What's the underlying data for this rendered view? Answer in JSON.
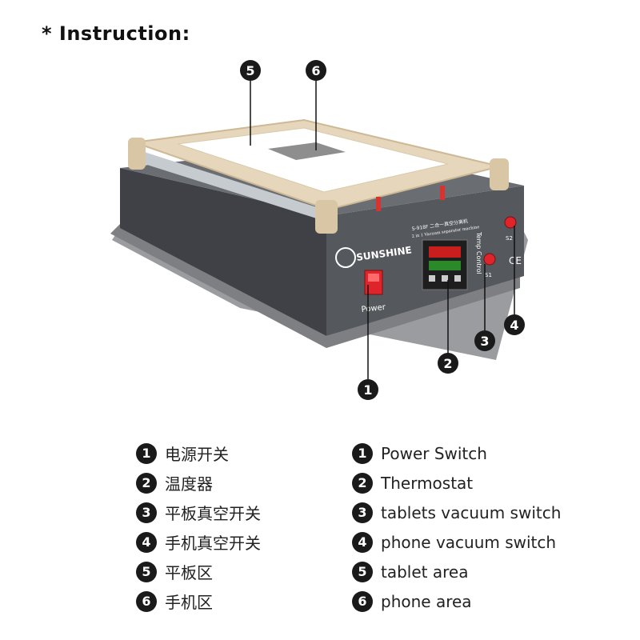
{
  "title": "* Instruction:",
  "machine": {
    "brand": "SUNSHINE",
    "model_cn": "S-918F 二合一真空分离机",
    "model_en": "2 in 1 Vacuum separator machine",
    "power_label": "Power",
    "temp_label": "Temp Control",
    "s1_label": "S1",
    "s2_label": "S2",
    "ce_mark": "CE"
  },
  "callouts": [
    "1",
    "2",
    "3",
    "4",
    "5",
    "6"
  ],
  "legend_cn": [
    {
      "num": "1",
      "text": "电源开关"
    },
    {
      "num": "2",
      "text": "温度器"
    },
    {
      "num": "3",
      "text": "平板真空开关"
    },
    {
      "num": "4",
      "text": "手机真空开关"
    },
    {
      "num": "5",
      "text": "平板区"
    },
    {
      "num": "6",
      "text": "手机区"
    }
  ],
  "legend_en": [
    {
      "num": "1",
      "text": "Power Switch"
    },
    {
      "num": "2",
      "text": "Thermostat"
    },
    {
      "num": "3",
      "text": "tablets vacuum switch"
    },
    {
      "num": "4",
      "text": "phone vacuum switch"
    },
    {
      "num": "5",
      "text": "tablet area"
    },
    {
      "num": "6",
      "text": "phone area"
    }
  ],
  "colors": {
    "body": "#55585c",
    "body_side": "#3e4044",
    "tray": "#e6d6bc",
    "plate": "#ffffff",
    "phone_area": "#8e8e8e",
    "switch_red": "#e0242b",
    "display_bg": "#1e1e1e",
    "badge": "#1a1a1a"
  }
}
